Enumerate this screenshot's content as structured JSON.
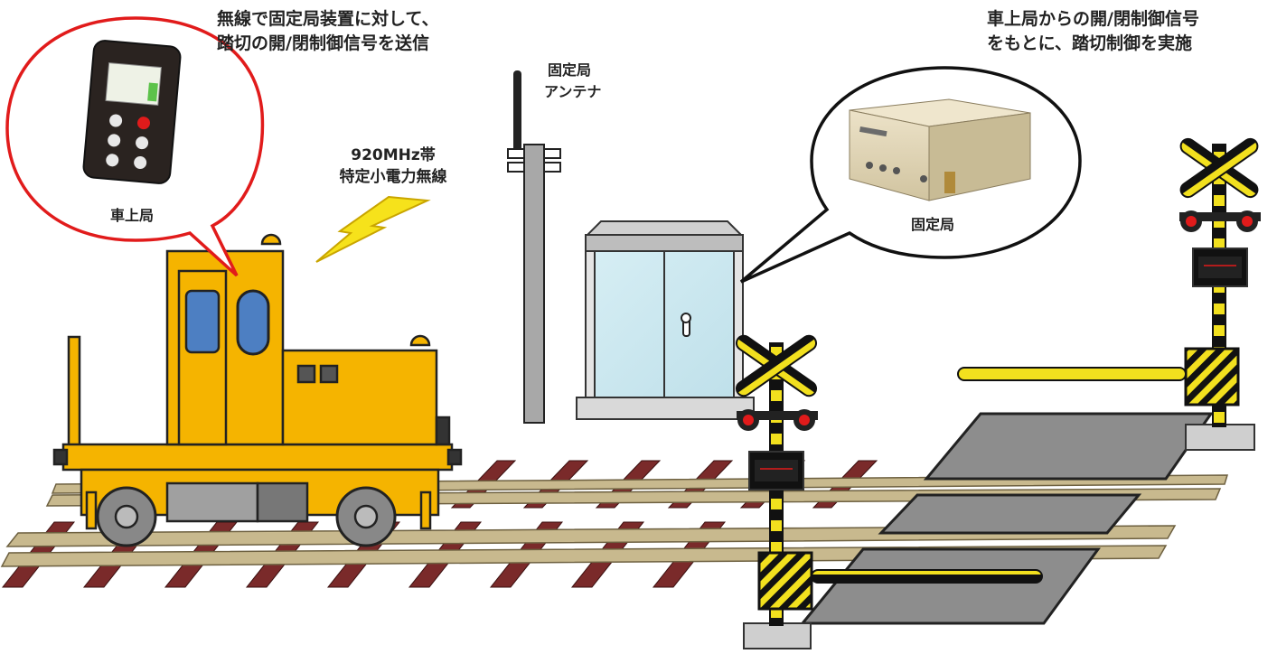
{
  "captions": {
    "onboard_note_line1": "無線で固定局装置に対して、",
    "onboard_note_line2": "踏切の開/閉制御信号を送信",
    "fixed_note_line1": "車上局からの開/閉制御信号",
    "fixed_note_line2": "をもとに、踏切制御を実施",
    "radio_line1": "920MHz帯",
    "radio_line2": "特定小電力無線",
    "antenna_line1": "固定局",
    "antenna_line2": "アンテナ",
    "onboard_station": "車上局",
    "fixed_station": "固定局"
  },
  "colors": {
    "locomotive": "#f5b400",
    "rail": "#c8b98e",
    "sleeper": "#7a2a2a",
    "onboard_bubble_border": "#e11b1b",
    "fixed_bubble_border": "#111111",
    "lightning": "#f6e21b",
    "crossing_stripe": "#f2e01e"
  },
  "icons": {
    "locomotive": "locomotive-illustration",
    "handheld": "handheld-radio-device",
    "fixed_unit": "fixed-station-box",
    "antenna": "antenna-pole",
    "cabinet": "equipment-cabinet",
    "lightning": "lightning-bolt-icon",
    "crossing": "railroad-crossing-signal"
  }
}
